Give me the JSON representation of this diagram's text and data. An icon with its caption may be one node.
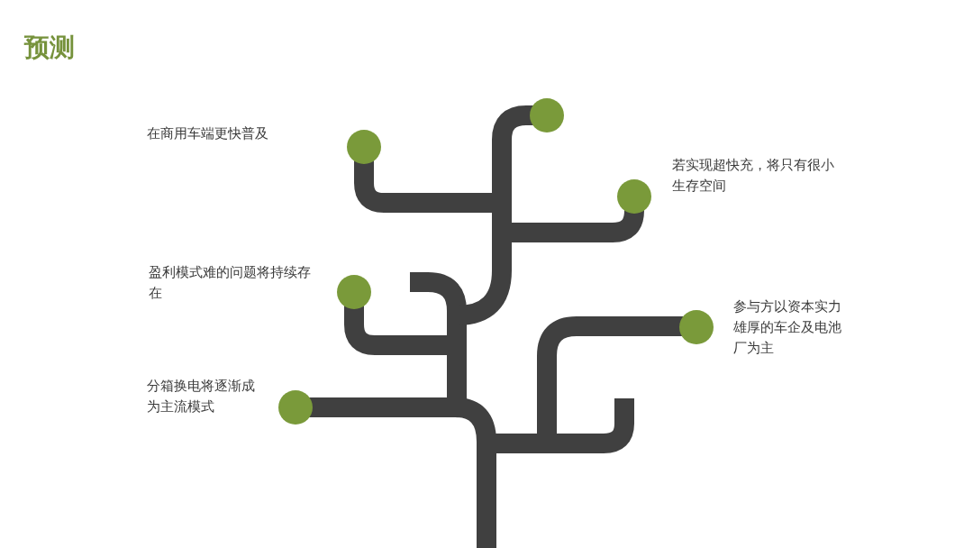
{
  "diagram": {
    "title": "预测",
    "labels": [
      "在商用车端更快普及",
      "若实现超快充，将只有很小生存空间",
      "盈利模式难的问题将持续存在",
      "参与方以资本实力雄厚的车企及电池厂为主",
      "分箱换电将逐渐成为主流模式"
    ]
  }
}
